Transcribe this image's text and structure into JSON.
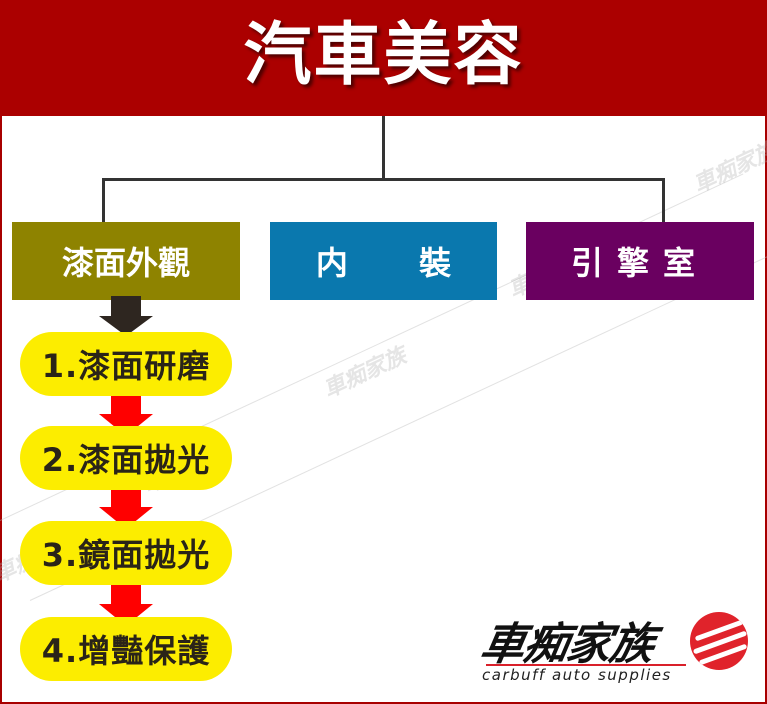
{
  "title": "汽車美容",
  "categories": [
    {
      "label": "漆面外觀",
      "color": "#8e8300"
    },
    {
      "label": "内 裝",
      "color": "#0a78ae"
    },
    {
      "label": "引擎室",
      "color": "#6a0060"
    }
  ],
  "steps": [
    {
      "label": "1.漆面研磨"
    },
    {
      "label": "2.漆面拋光"
    },
    {
      "label": "3.鏡面拋光"
    },
    {
      "label": "4.增豔保護"
    }
  ],
  "arrows": {
    "first_color": "#2e2620",
    "step_color": "#ff0000"
  },
  "logo": {
    "chinese": "車痴家族",
    "english": "carbuff auto supplies"
  },
  "watermark": "車痴家族",
  "colors": {
    "header": "#ab0000",
    "pill": "#fced00"
  }
}
